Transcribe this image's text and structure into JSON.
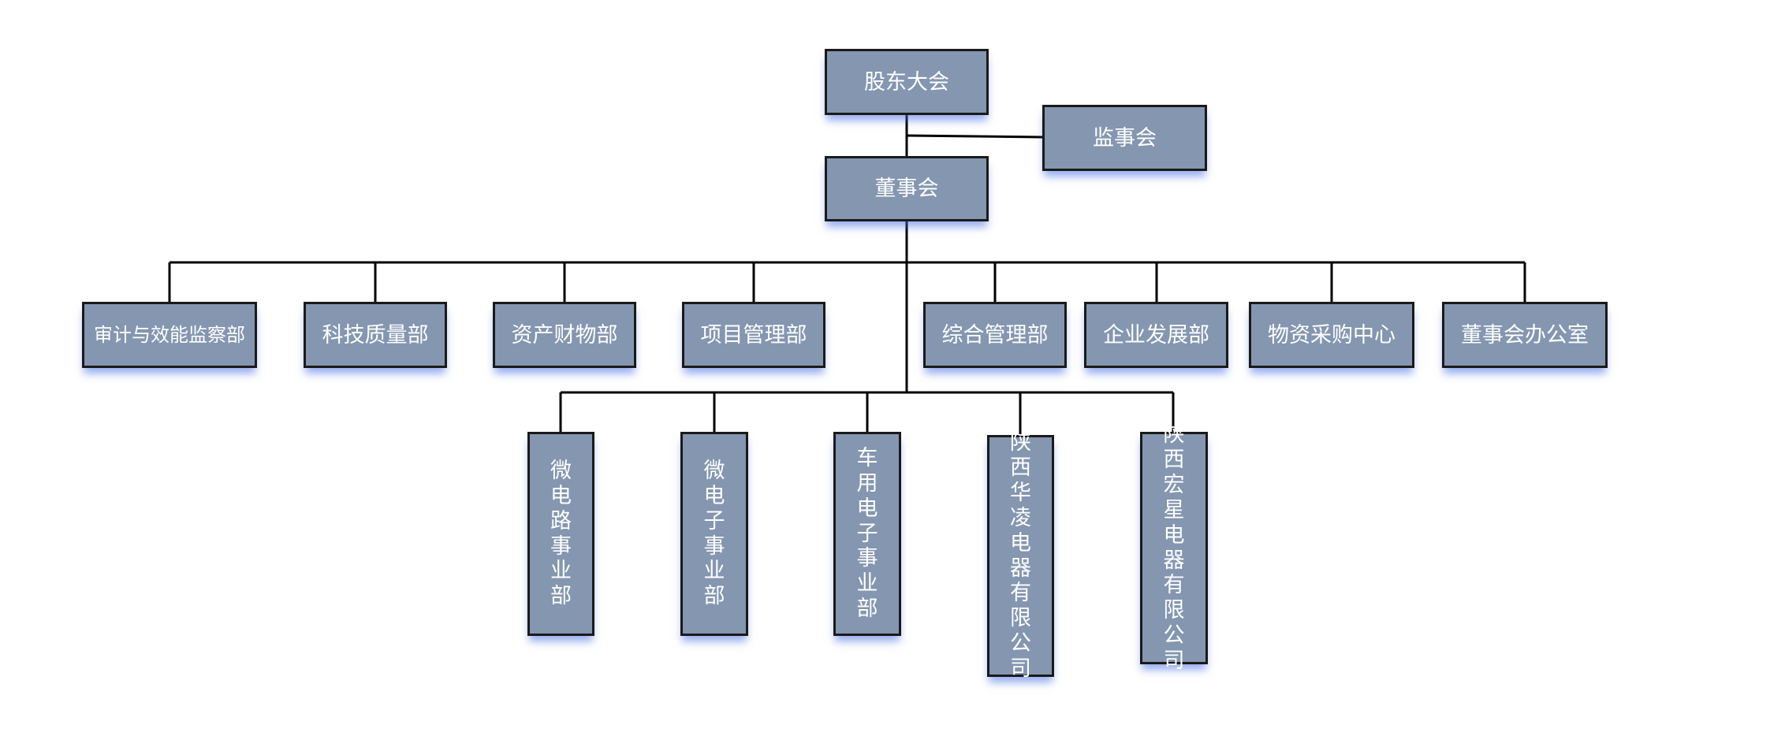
{
  "orgchart": {
    "top": [
      {
        "id": "shareholders",
        "label": "股东大会"
      },
      {
        "id": "supervisors",
        "label": "监事会"
      },
      {
        "id": "board",
        "label": "董事会"
      }
    ],
    "departments": [
      {
        "id": "audit",
        "label": "审计与效能监察部"
      },
      {
        "id": "tech_quality",
        "label": "科技质量部"
      },
      {
        "id": "finance",
        "label": "资产财物部"
      },
      {
        "id": "project",
        "label": "项目管理部"
      },
      {
        "id": "general",
        "label": "综合管理部"
      },
      {
        "id": "development",
        "label": "企业发展部"
      },
      {
        "id": "procurement",
        "label": "物资采购中心"
      },
      {
        "id": "board_office",
        "label": "董事会办公室"
      }
    ],
    "units": [
      {
        "id": "microcircuit",
        "label": "微电路事业部"
      },
      {
        "id": "microelectronics",
        "label": "微电子事业部"
      },
      {
        "id": "automotive",
        "label": "车用电子事业部"
      },
      {
        "id": "hualing",
        "label": "陕西华凌电器有限公司"
      },
      {
        "id": "hongxing",
        "label": "陕西宏星电器有限公司"
      }
    ]
  },
  "colors": {
    "box_fill": "#8496b0",
    "box_border": "#1a1a1a",
    "connector": "#000000",
    "shadow": "#4169e1",
    "text": "#ffffff"
  }
}
